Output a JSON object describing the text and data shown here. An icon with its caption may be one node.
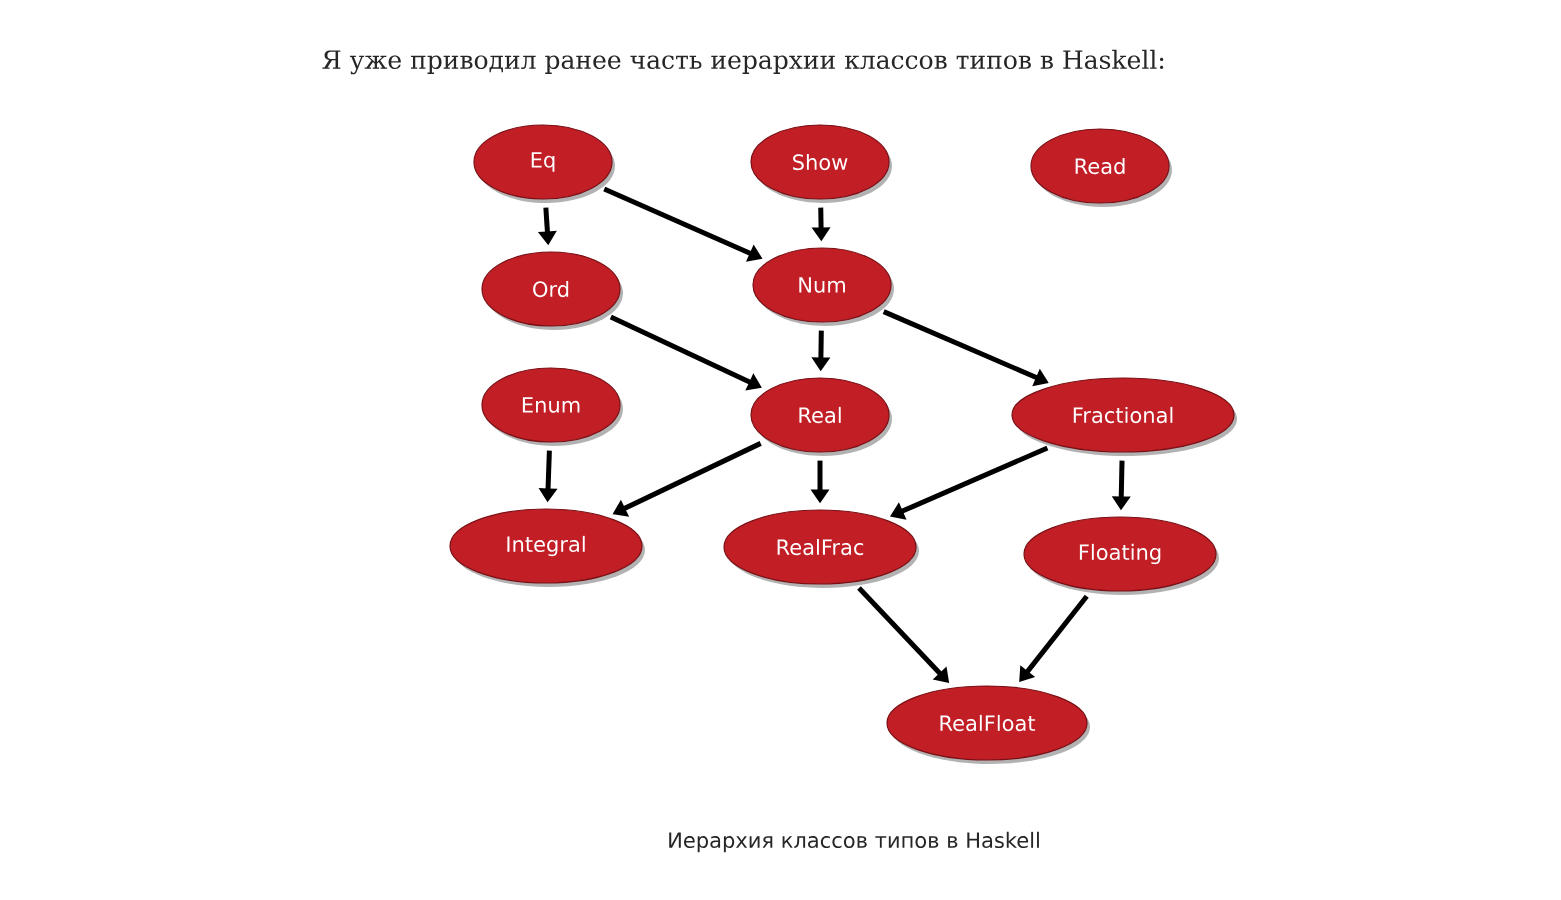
{
  "diagram": {
    "title": "Я уже приводил ранее часть иерархии классов типов в Haskell:",
    "caption": "Иерархия классов типов в Haskell",
    "nodes": [
      {
        "text": [
          "Eq"
        ]
      },
      {
        "text": [
          "Show"
        ]
      },
      {
        "text": [
          "Read"
        ]
      },
      {
        "text": [
          "Ord"
        ]
      },
      {
        "text": [
          "Num"
        ]
      },
      {
        "text": [
          "Enum"
        ]
      },
      {
        "text": [
          "Real"
        ]
      },
      {
        "text": [
          "Fractional"
        ]
      },
      {
        "text": [
          "Integral"
        ]
      },
      {
        "text": [
          "RealFrac"
        ]
      },
      {
        "text": [
          "Floating"
        ]
      },
      {
        "text": [
          "RealFloat"
        ]
      }
    ],
    "edges": [
      {
        "from": 0,
        "to": 3,
        "arrow": "to"
      },
      {
        "from": 0,
        "to": 4,
        "arrow": "to"
      },
      {
        "from": 1,
        "to": 4,
        "arrow": "to"
      },
      {
        "from": 3,
        "to": 6,
        "arrow": "to"
      },
      {
        "from": 4,
        "to": 6,
        "arrow": "to"
      },
      {
        "from": 4,
        "to": 7,
        "arrow": "to"
      },
      {
        "from": 5,
        "to": 8,
        "arrow": "to"
      },
      {
        "from": 6,
        "to": 8,
        "arrow": "to"
      },
      {
        "from": 6,
        "to": 9,
        "arrow": "to"
      },
      {
        "from": 7,
        "to": 9,
        "arrow": "to"
      },
      {
        "from": 7,
        "to": 10,
        "arrow": "to"
      },
      {
        "from": 9,
        "to": 11,
        "arrow": "to"
      },
      {
        "from": 10,
        "to": 11,
        "arrow": "to"
      }
    ]
  }
}
